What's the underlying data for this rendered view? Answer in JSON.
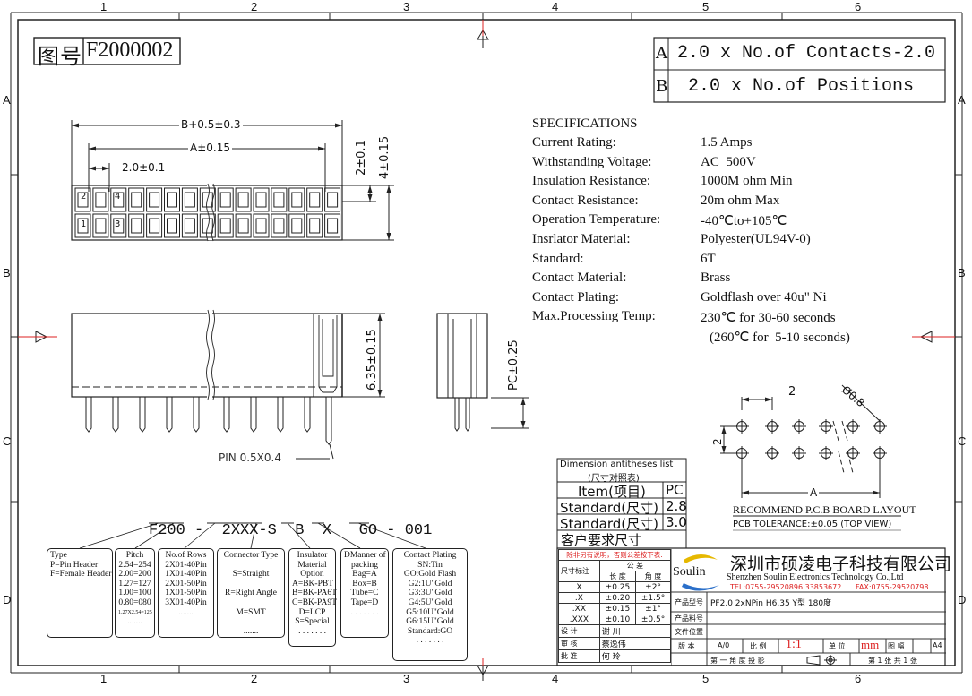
{
  "drawing_no": {
    "label": "图号",
    "value": "F2000002"
  },
  "zones_columns": [
    "1",
    "2",
    "3",
    "4",
    "5",
    "6"
  ],
  "zones_rows": [
    "A",
    "B",
    "C",
    "D"
  ],
  "formula": [
    {
      "key": "A",
      "text": "2.0 x No.of Contacts-2.0"
    },
    {
      "key": "B",
      "text": "2.0 x No.of Positions"
    }
  ],
  "specs": {
    "title": "SPECIFICATIONS",
    "rows": [
      {
        "k": "Current Rating:       ",
        "v": "1.5 Amps"
      },
      {
        "k": "Withstanding Voltage: ",
        "v": "AC  500V"
      },
      {
        "k": "Insulation Resistance:",
        "v": "1000M ohm Min"
      },
      {
        "k": "Contact Resistance:   ",
        "v": "20m ohm Max"
      },
      {
        "k": "Operation Temperature:",
        "v": "-40℃to+105℃"
      },
      {
        "k": "Insrlator Material:   ",
        "v": "Polyester(UL94V-0)"
      },
      {
        "k": "Standard:             ",
        "v": "6T"
      },
      {
        "k": "Contact Material:     ",
        "v": "Brass"
      },
      {
        "k": "Contact Plating:      ",
        "v": "Goldflash over 40u\" Ni"
      },
      {
        "k": "Max.Processing Temp:  ",
        "v": "230℃ for 30-60 seconds"
      },
      {
        "k": "                      ",
        "v": "(260℃ for  5-10 seconds)"
      }
    ]
  },
  "dims": {
    "b": "B+0.5±0.3",
    "a": "A±0.15",
    "pitch": "2.0±0.1",
    "h1": "2±0.1",
    "h2": "4±0.15",
    "h3": "6.35±0.15",
    "pc": "PC±0.25",
    "pin": "PIN 0.5X0.4",
    "pcb_pitch": "2",
    "pcb_hole": "Ø0.8",
    "pcb_a": "A",
    "pcb_b": "2",
    "pin_mark_2": "2",
    "pin_mark_4": "4",
    "pin_mark_1": "1",
    "pin_mark_3": "3"
  },
  "pcb": {
    "title": "RECOMMEND P.C.B BOARD LAYOUT",
    "tolerance": "PCB TOLERANCE:±0.05 (TOP VIEW)"
  },
  "part_code": {
    "parts": [
      "F200",
      "-",
      "2XXX-S",
      "B",
      "X",
      "GO",
      "-",
      "001"
    ]
  },
  "code_boxes": [
    {
      "title": "Type",
      "lines": [
        "P=Pin Header",
        "F=Female Header"
      ]
    },
    {
      "title": "Pitch",
      "lines": [
        "2.54=254",
        "2.00=200",
        "1.27=127",
        "1.00=100",
        "0.80=080",
        "1.27X2.54=125",
        "......."
      ]
    },
    {
      "title": "No.of Rows",
      "lines": [
        "2X01-40Pin",
        "1X01-40Pin",
        "2X01-50Pin",
        "1X01-50Pin",
        "3X01-40Pin",
        "......."
      ]
    },
    {
      "title": "Connector Type",
      "lines": [
        "",
        "S=Straight",
        "",
        "R=Right Angle",
        "",
        "M=SMT",
        "",
        "......."
      ]
    },
    {
      "title": "Insulator",
      "lines": [
        "Material",
        "Option",
        "A=BK-PBT",
        "B=BK-PA6T",
        "C=BK-PA9T",
        "D=LCP",
        "S=Special",
        ". . . . . . ."
      ]
    },
    {
      "title": "DManner of",
      "lines": [
        "packing",
        "Bag=A",
        "Box=B",
        "Tube=C",
        "Tape=D",
        ". . . . . . ."
      ]
    },
    {
      "title": "Contact Plating",
      "lines": [
        "SN:Tin",
        "GO:Gold Flash",
        "G2:1U\"Gold",
        "G3:3U\"Gold",
        "G4:5U\"Gold",
        "G5:10U\"Gold",
        "G6:15U\"Gold",
        "Standard:GO",
        ". . . . . . ."
      ]
    }
  ],
  "antitheses": {
    "title": "Dimension antitheses list",
    "subtitle": "(尺寸对照表)",
    "rows": [
      {
        "k": "Item(项目)",
        "v": "PC"
      },
      {
        "k": "Standard(尺寸)",
        "v": "2.8"
      },
      {
        "k": "Standard(尺寸)",
        "v": "3.0"
      },
      {
        "k": "客户要求尺寸",
        "v": ""
      }
    ]
  },
  "title_block": {
    "note": "除非另有说明，否则公差按下表:",
    "tol_head": "公 差",
    "tol_label": "尺寸标注",
    "tol_cols": [
      "长 度",
      "角 度"
    ],
    "tol_rows": [
      {
        "k": "X",
        "len": "±0.25",
        "ang": "±2°"
      },
      {
        "k": ".X",
        "len": "±0.20",
        "ang": "±1.5°"
      },
      {
        "k": ".XX",
        "len": "±0.15",
        "ang": "±1°"
      },
      {
        "k": ".XXX",
        "len": "±0.10",
        "ang": "±0.5°"
      }
    ],
    "logo": "Soulin",
    "company_cn": "深圳市硕凌电子科技有限公司",
    "company_en": "Shenzhen Soulin Electronics Technology Co.,Ltd",
    "tel": "TEL:0755-29520896 33853672",
    "fax": "FAX:0755-29520798",
    "model_label": "产品型号",
    "model": "PF2.0 2xNPin H6.35 Y型 180度",
    "material_label": "产品料号",
    "design_label": "设 计",
    "design": "谢 川",
    "review_label": "审 核",
    "review": "蔡逸伟",
    "approve_label": "批 准",
    "approve": "何 玲",
    "file_label": "文件位置",
    "version_label": "版 本",
    "version": "A/0",
    "scale_label": "比 例",
    "scale": "1:1",
    "unit_label": "单 位",
    "unit": "mm",
    "size_label": "图 幅",
    "size": "A4",
    "projection": "第 一 角 度 投 影",
    "sheet": "第 1  张 共 1  张"
  }
}
